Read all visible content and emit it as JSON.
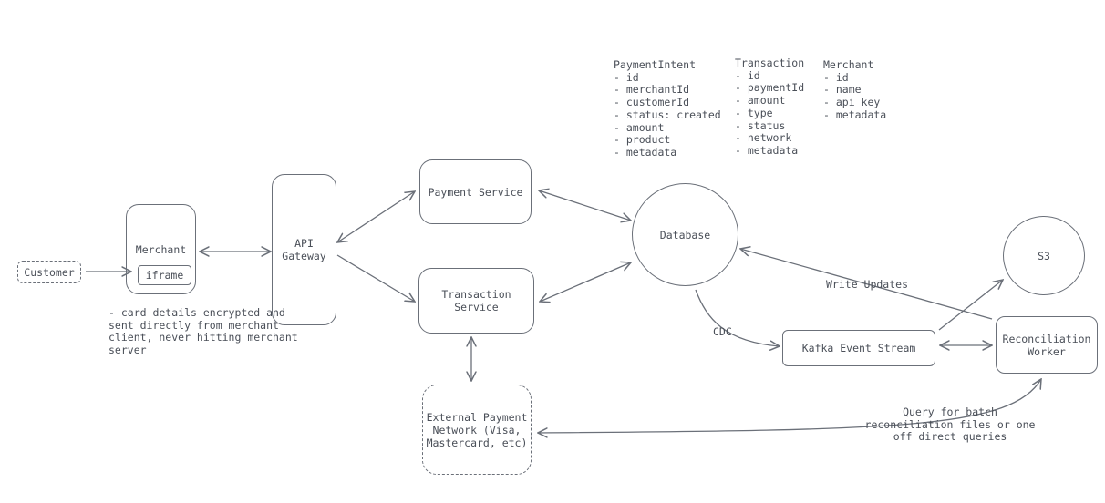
{
  "nodes": {
    "customer": "Customer",
    "merchant": "Merchant",
    "iframe": "iframe",
    "api_gateway": "API\nGateway",
    "payment_service": "Payment Service",
    "transaction_service": "Transaction\nService",
    "database": "Database",
    "external_network": "External Payment\nNetwork (Visa,\nMastercard, etc)",
    "kafka": "Kafka Event Stream",
    "reconciliation_worker": "Reconciliation\nWorker",
    "s3": "S3"
  },
  "schemas": {
    "payment_intent": "PaymentIntent\n- id\n- merchantId\n- customerId\n- status: created\n- amount\n- product\n- metadata",
    "transaction": "Transaction\n- id\n- paymentId\n- amount\n- type\n- status\n- network\n- metadata",
    "merchant": "Merchant\n- id\n- name\n- api key\n- metadata"
  },
  "notes": {
    "card_note": "- card details encrypted and\nsent directly from merchant\nclient, never hitting merchant\nserver",
    "write_updates": "Write Updates",
    "cdc": "CDC",
    "query_note": "Query for batch\nreconciliation files or one\noff direct queries"
  }
}
